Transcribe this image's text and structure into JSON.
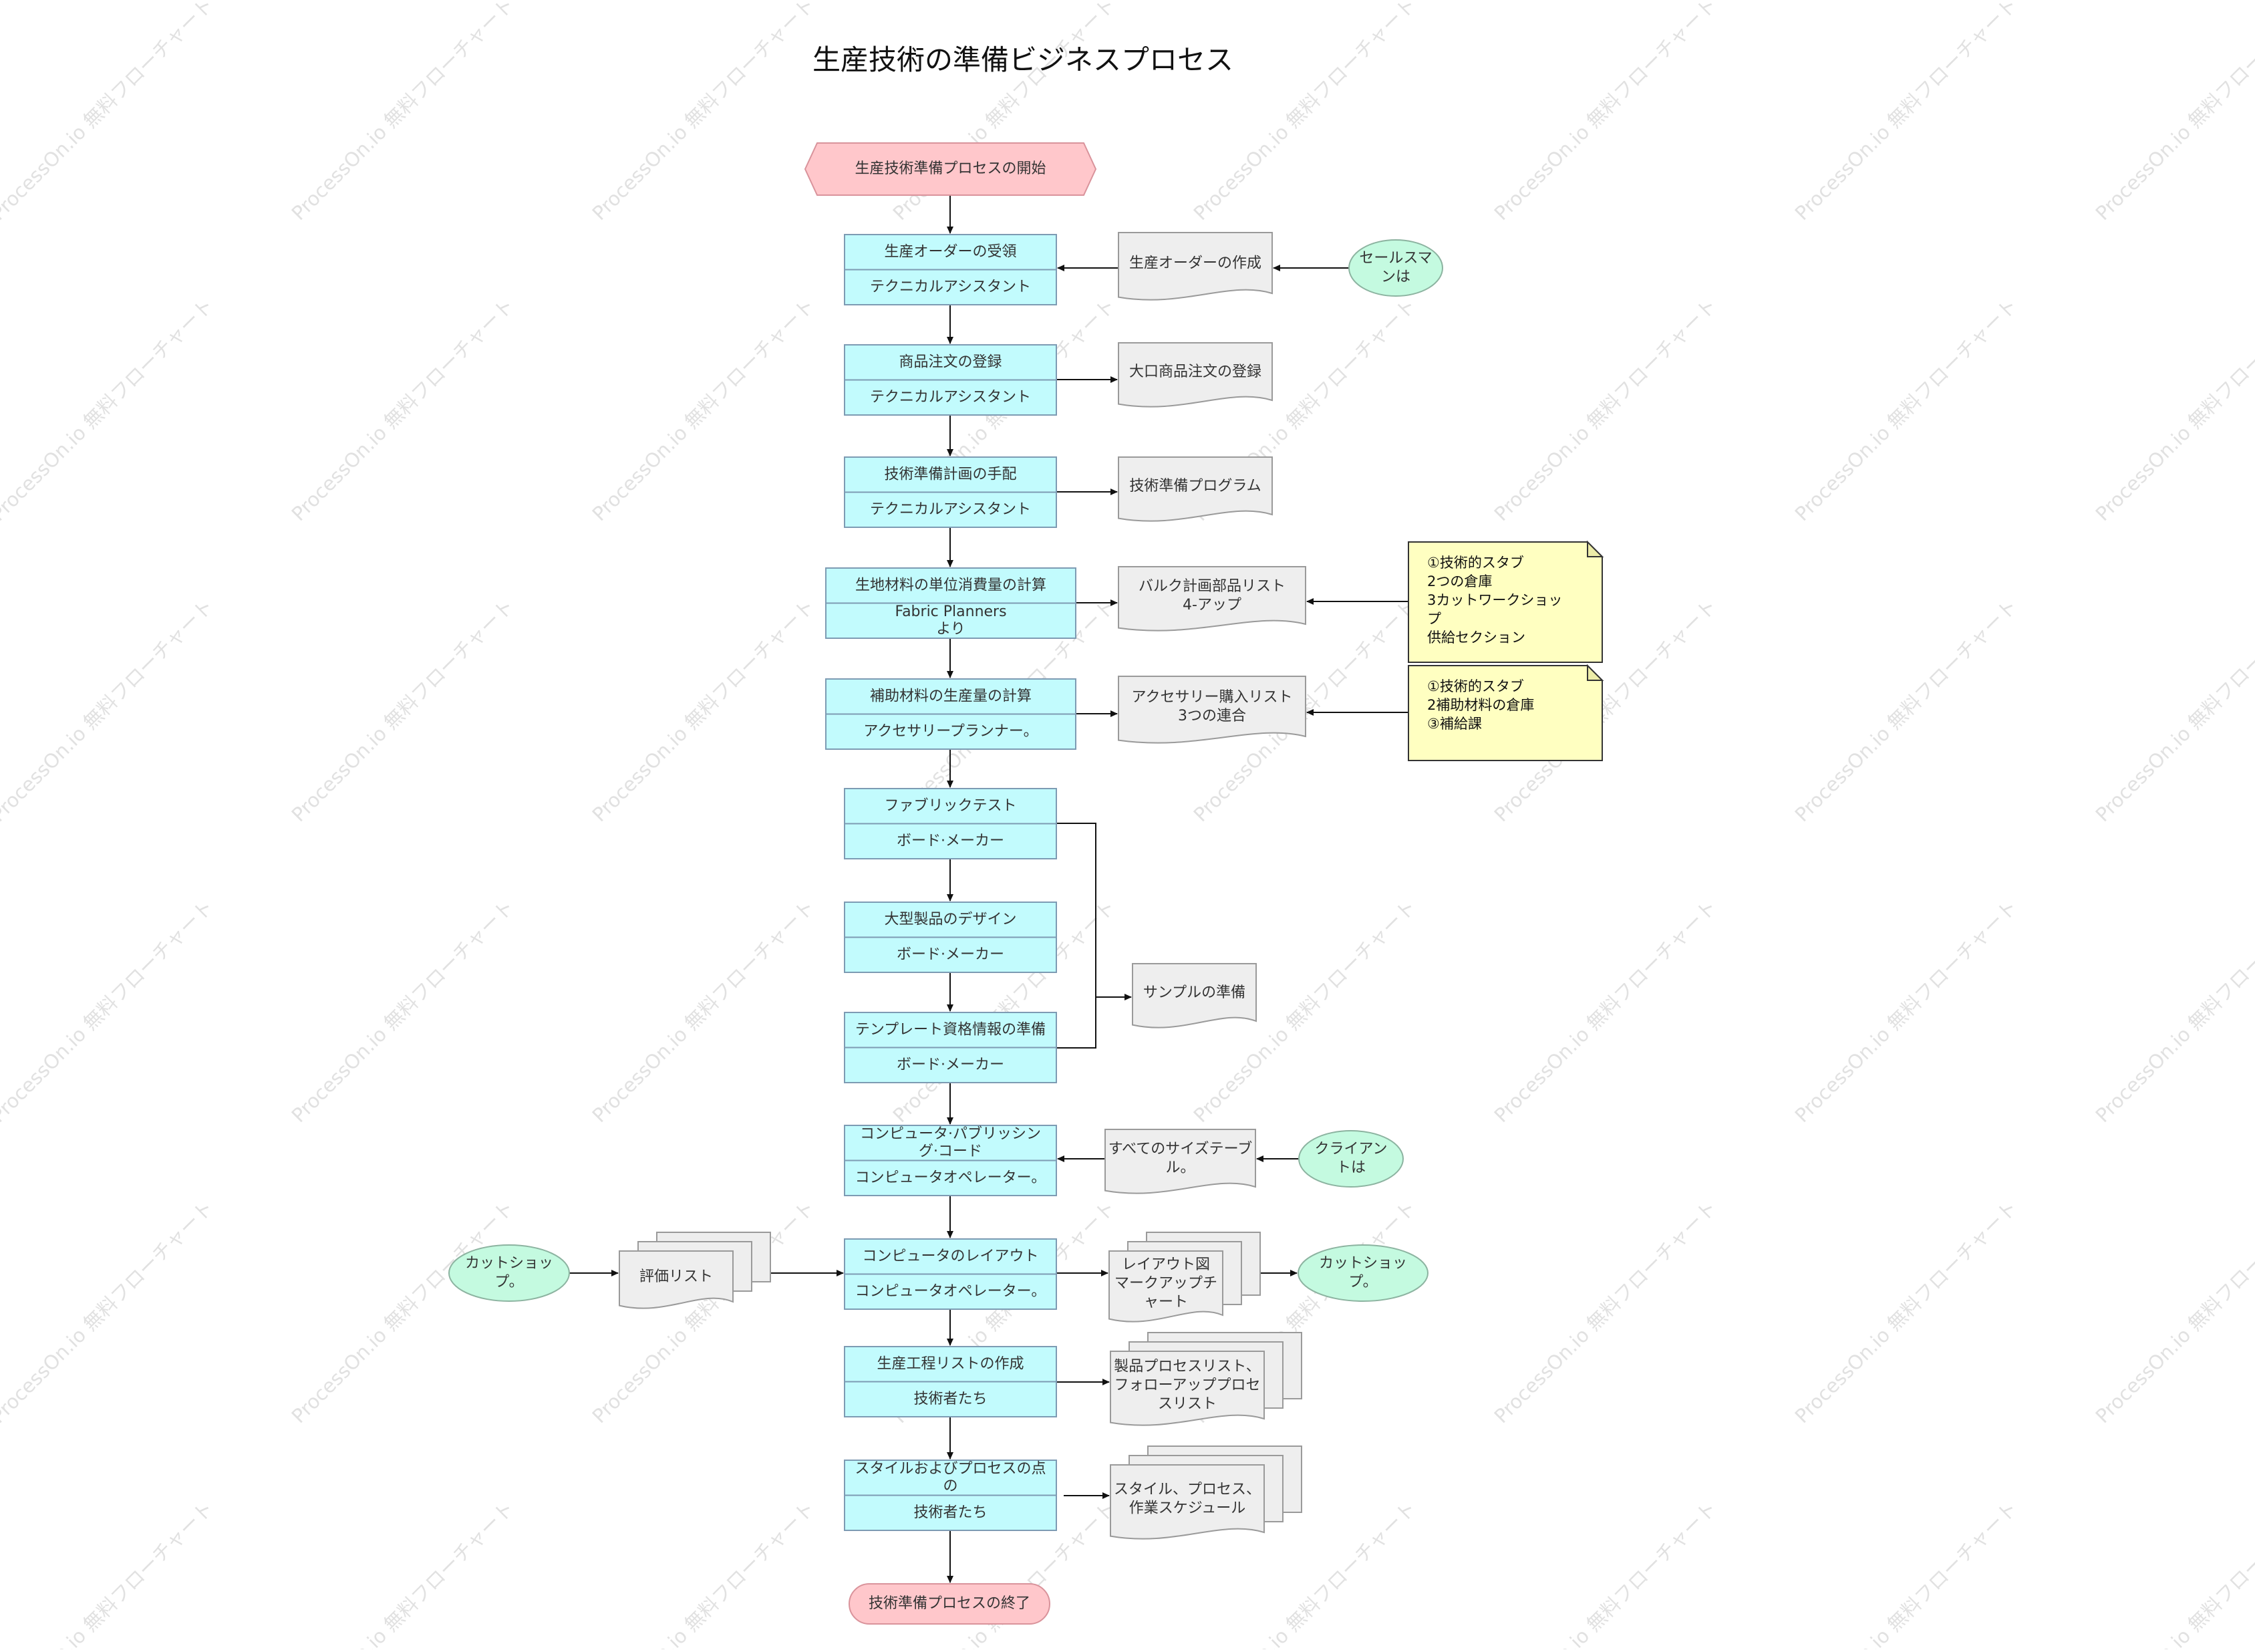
{
  "title": "生産技術の準備ビジネスプロセス",
  "watermark": "ProcessOn.io 無料フローチャート",
  "colors": {
    "process_fill": "#c2fbfd",
    "process_stroke": "#7d9bb3",
    "terminal_fill": "#ffc7cb",
    "terminal_stroke": "#d9939b",
    "entity_fill": "#c4fae0",
    "entity_stroke": "#8cb3a0",
    "doc_fill": "#eeeeee",
    "doc_stroke": "#9a9a9a",
    "note_fill": "#ffffc1",
    "note_stroke": "#333333",
    "line": "#111111"
  },
  "start": "生産技術準備プロセスの開始",
  "end": "技術準備プロセスの終了",
  "steps": [
    {
      "task": "生産オーダーの受領",
      "role": "テクニカルアシスタント"
    },
    {
      "task": "商品注文の登録",
      "role": "テクニカルアシスタント"
    },
    {
      "task": "技術準備計画の手配",
      "role": "テクニカルアシスタント"
    },
    {
      "task": "生地材料の単位消費量の計算",
      "role": "Fabric Plannersより"
    },
    {
      "task": "補助材料の生産量の計算",
      "role": "アクセサリープランナー。"
    },
    {
      "task": "ファブリックテスト",
      "role": "ボード·メーカー"
    },
    {
      "task": "大型製品のデザイン",
      "role": "ボード·メーカー"
    },
    {
      "task": "テンプレート資格情報の準備",
      "role": "ボード·メーカー"
    },
    {
      "task": "コンピュータ·パブリッシング·コード",
      "role": "コンピュータオペレーター。"
    },
    {
      "task": "コンピュータのレイアウト",
      "role": "コンピュータオペレーター。"
    },
    {
      "task": "生産工程リストの作成",
      "role": "技術者たち"
    },
    {
      "task": "スタイルおよびプロセスの点の",
      "role": "技術者たち"
    }
  ],
  "documents": {
    "production_order": "生産オーダーの作成",
    "bulk_order": "大口商品注文の登録",
    "tech_program": "技術準備プログラム",
    "bulk_parts": "バルク計画部品リスト 4-アップ",
    "accessory_list": "アクセサリー購入リスト 3つの連合",
    "sample": "サンプルの準備",
    "size_table": "すべてのサイズテーブル。",
    "evaluation": "評価リスト",
    "layout_chart": "レイアウト図 マークアップチャート",
    "process_list": "製品プロセスリスト、フォローアッププロセスリスト",
    "schedule": "スタイル、プロセス、作業スケジュール"
  },
  "entities": {
    "salesman": "セールスマンは",
    "client": "クライアントは",
    "cutshop_left": "カットショップ。",
    "cutshop_right": "カットショップ。"
  },
  "notes": {
    "note1": [
      "①技術的スタブ",
      "2つの倉庫",
      "3カットワークショッ",
      "プ",
      "供給セクション"
    ],
    "note2": [
      "①技術的スタブ",
      "2補助材料の倉庫",
      "③補給課"
    ]
  }
}
